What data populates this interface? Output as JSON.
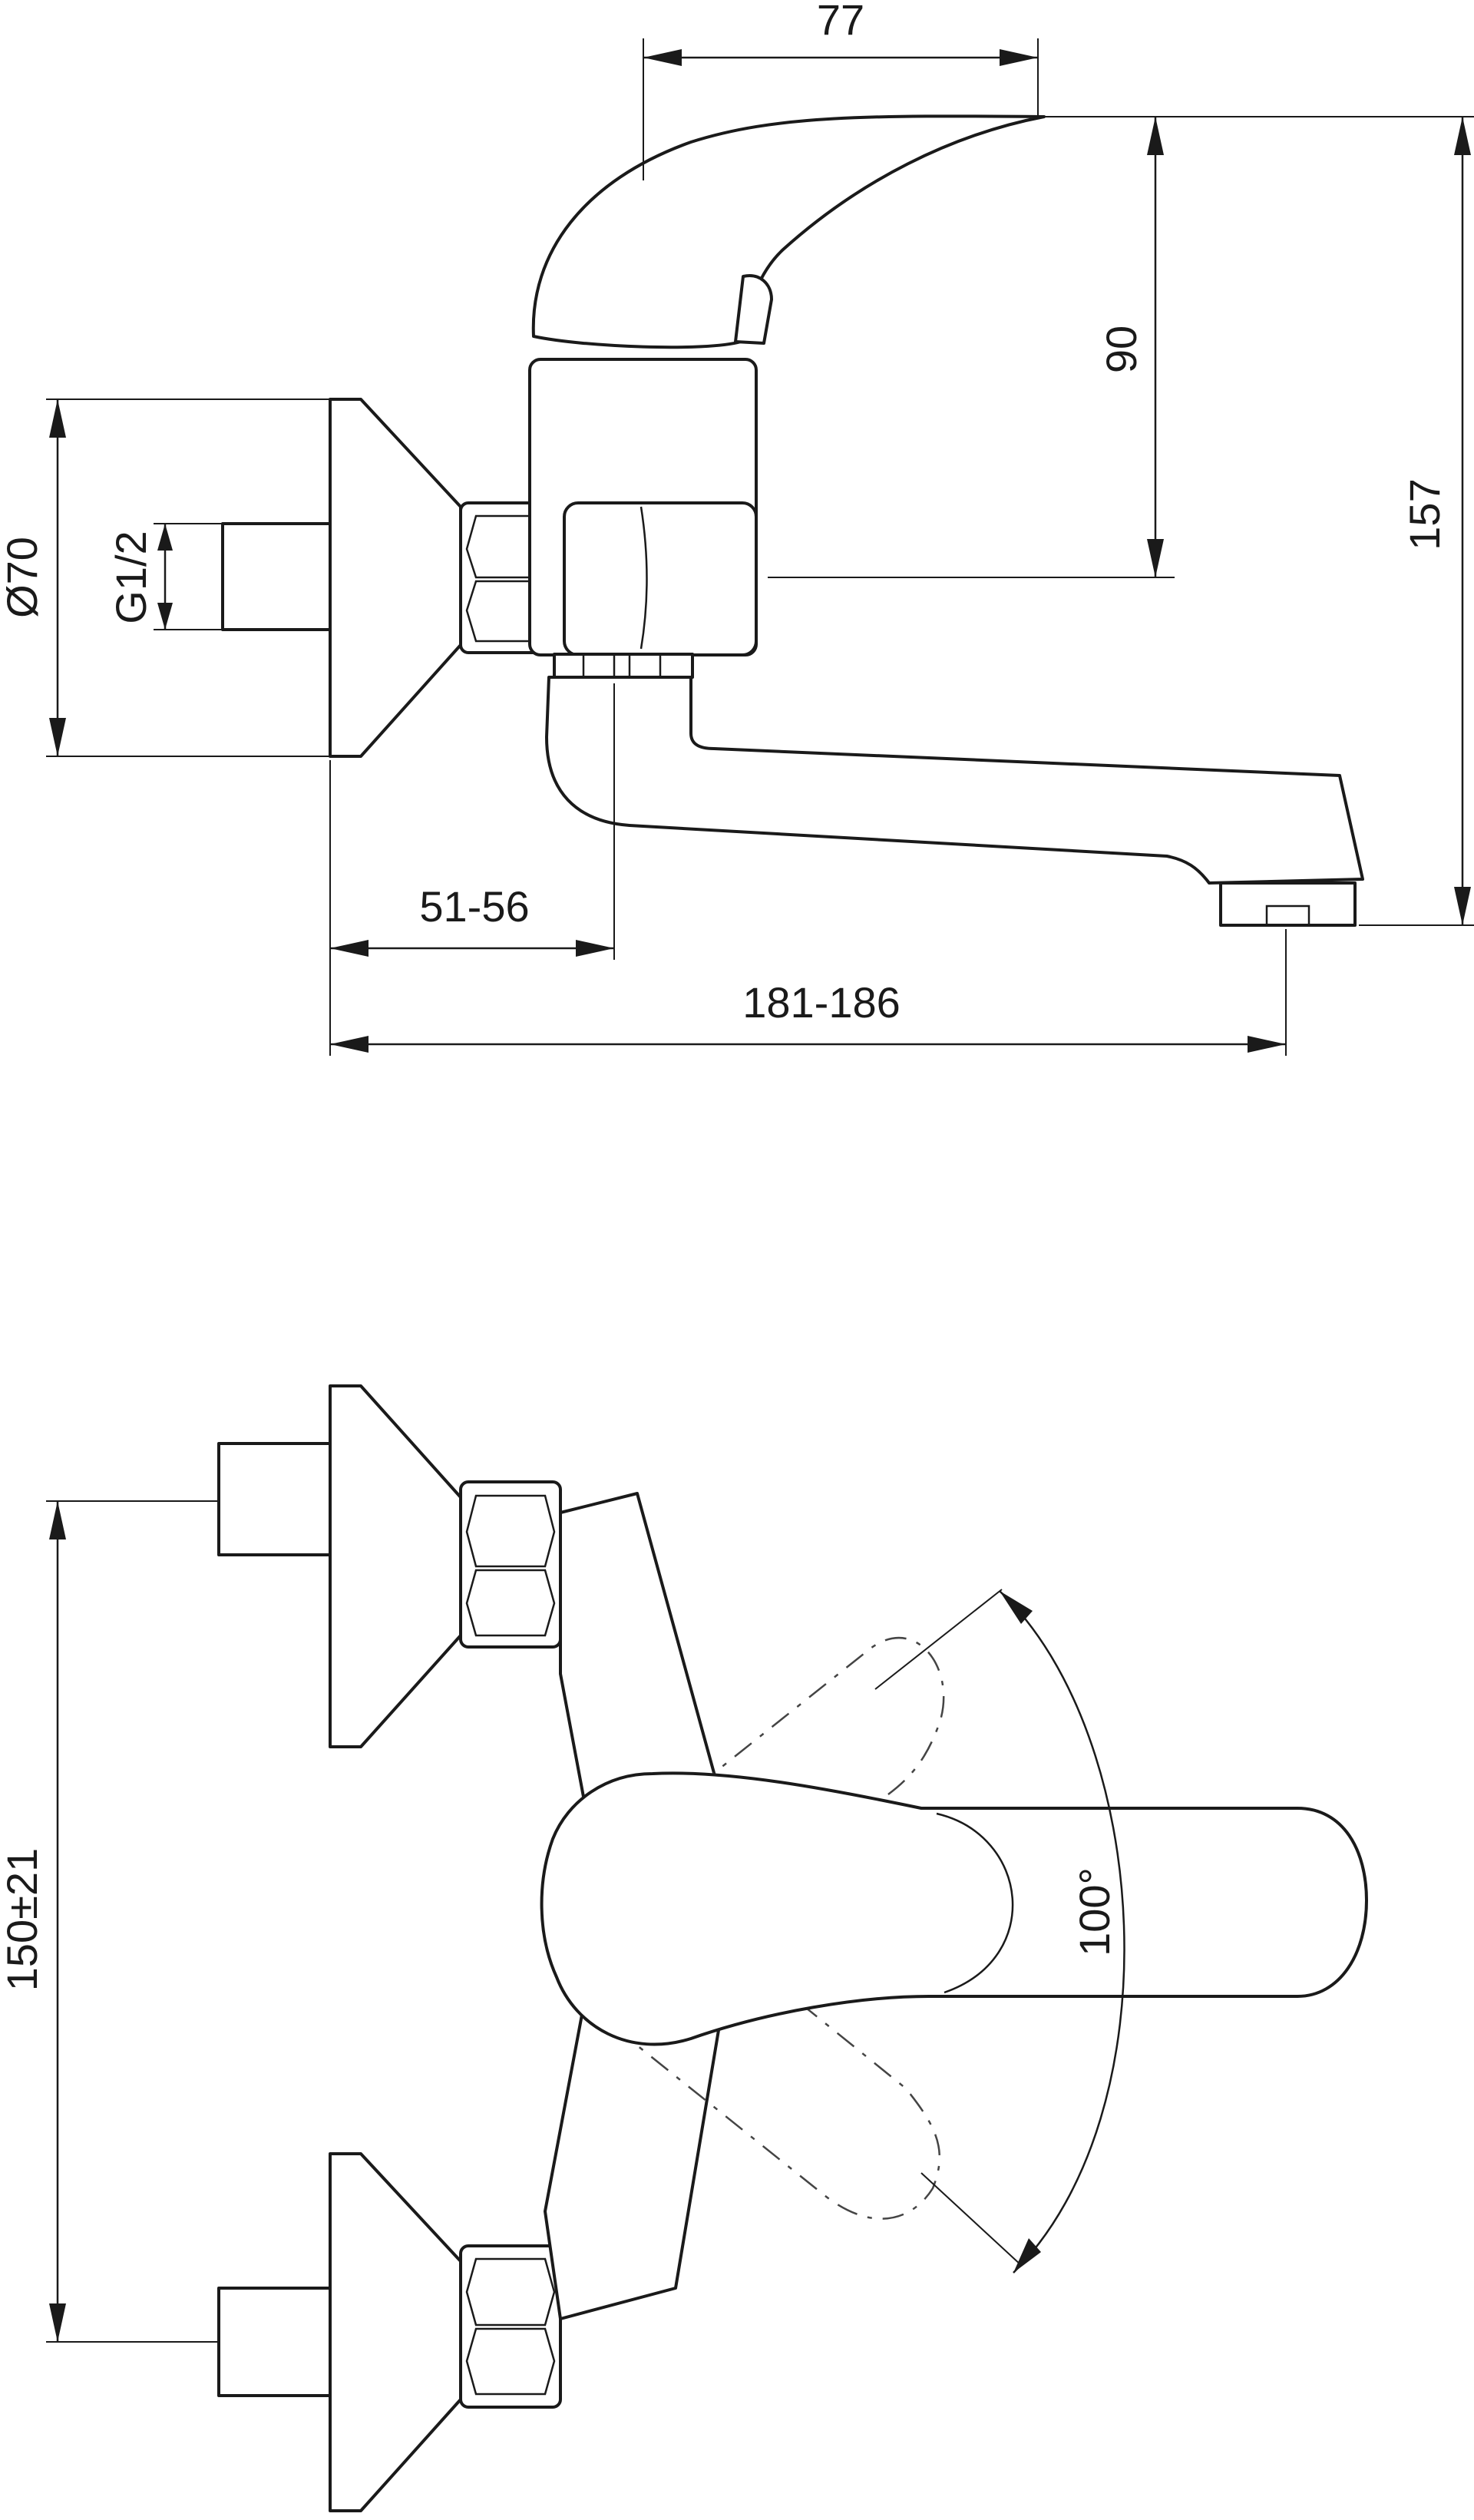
{
  "side_view": {
    "dimensions": {
      "handle_width": "77",
      "handle_height": "90",
      "total_height": "157",
      "flange_diameter": "Ø70",
      "thread": "G1/2",
      "spout_offset": "51-56",
      "projection": "181-186"
    }
  },
  "top_view": {
    "dimensions": {
      "center_distance": "150±21",
      "rotation_angle": "100°"
    }
  }
}
